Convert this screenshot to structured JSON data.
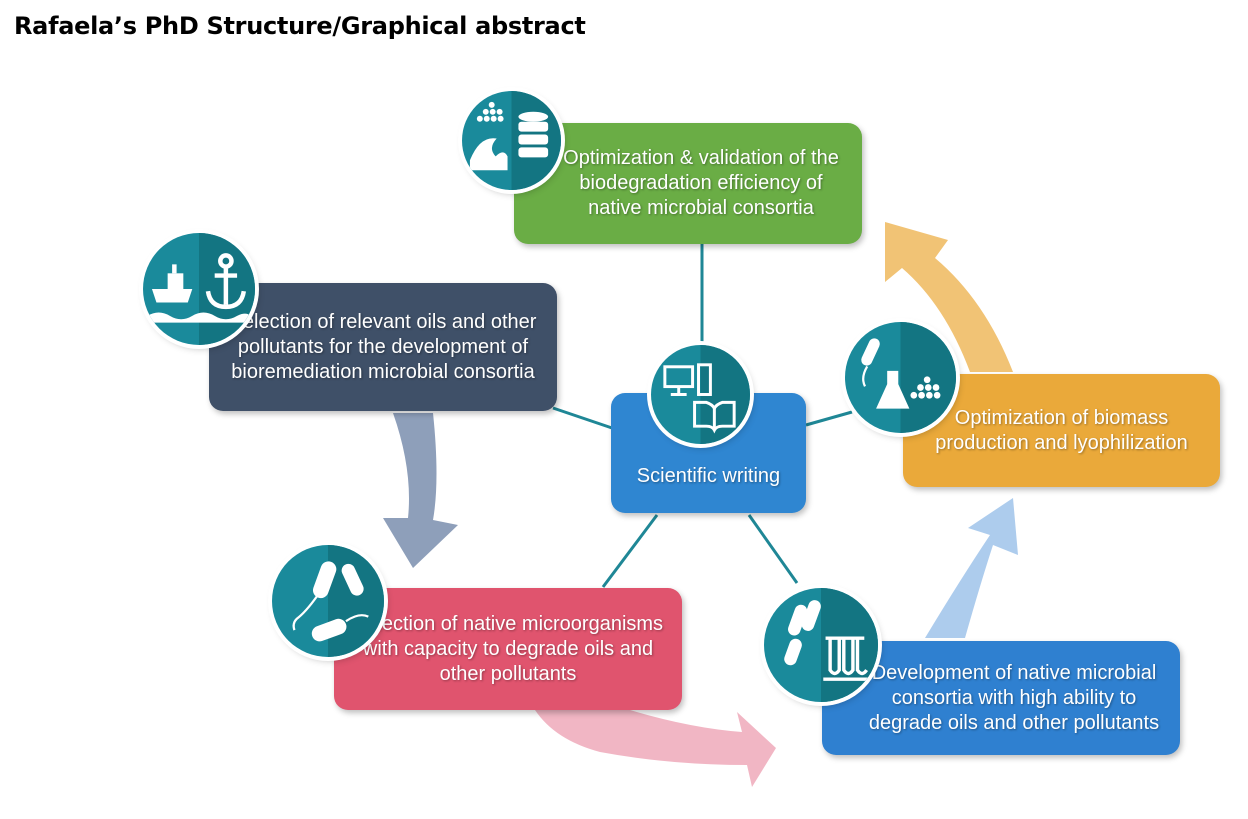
{
  "title": "Rafaela’s PhD Structure/Graphical abstract",
  "nodes": {
    "top": {
      "label": "Optimization & validation of the biodegradation efficiency of native microbial consortia",
      "color": "#6aad45"
    },
    "left": {
      "label": "Selection of relevant oils and other pollutants for the development of bioremediation microbial consortia",
      "color": "#3f5068"
    },
    "center": {
      "label": "Scientific writing",
      "color": "#2f86d1"
    },
    "right": {
      "label": "Optimization of biomass production and lyophilization",
      "color": "#eaa93a"
    },
    "bottom_left": {
      "label": "Selection of native microorganisms with capacity to degrade oils and other pollutants",
      "color": "#e0546e"
    },
    "bottom_right": {
      "label": "Development of native microbial consortia with high ability to degrade oils and other pollutants",
      "color": "#2f80d0"
    }
  },
  "icons": {
    "top": "ocean-wave-and-database-icon",
    "left": "ship-and-anchor-icon",
    "center": "computer-and-book-icon",
    "right": "bacterium-flask-and-pile-icon",
    "bottom_left": "bacteria-icon",
    "bottom_right": "bacteria-and-test-tubes-icon"
  },
  "colors": {
    "icon_teal": "#1a8a9b",
    "arrow_gray": "#8295b2",
    "arrow_pink": "#f0b2c1",
    "arrow_lightblue": "#a9c9ec",
    "arrow_orange": "#f0c06e",
    "connector": "#1f8796"
  }
}
